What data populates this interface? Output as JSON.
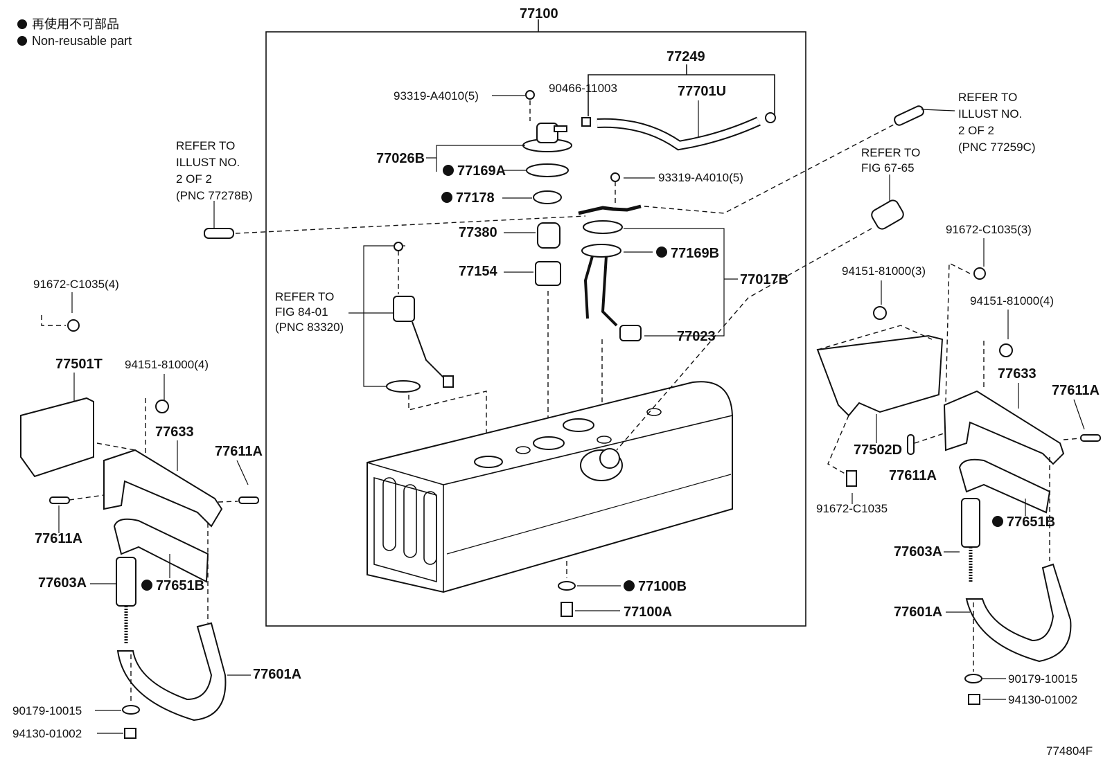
{
  "legend": {
    "line1": "再使用不可部品",
    "line2": "Non-reusable part"
  },
  "figure_number": "774804F",
  "labels": {
    "p77100": "77100",
    "p77249": "77249",
    "p90466": "90466-11003",
    "p77701U": "77701U",
    "p93319_top": "93319-A4010(5)",
    "p77026B": "77026B",
    "p77169A": "77169A",
    "p77178": "77178",
    "p93319_mid": "93319-A4010(5)",
    "p77380": "77380",
    "p77154": "77154",
    "p77169B": "77169B",
    "p77017B": "77017B",
    "p77023": "77023",
    "refer_8401_1": "REFER TO",
    "refer_8401_2": "FIG 84-01",
    "refer_8401_3": "(PNC 83320)",
    "refer_left_1": "REFER TO",
    "refer_left_2": "ILLUST NO.",
    "refer_left_3": "2 OF 2",
    "refer_left_4": "(PNC 77278B)",
    "refer_right_1": "REFER TO",
    "refer_right_2": "ILLUST NO.",
    "refer_right_3": "2 OF 2",
    "refer_right_4": "(PNC 77259C)",
    "refer_6765_1": "REFER TO",
    "refer_6765_2": "FIG 67-65",
    "p77100B": "77100B",
    "p77100A": "77100A",
    "l_91672": "91672-C1035(4)",
    "l_77501T": "77501T",
    "l_94151": "94151-81000(4)",
    "l_77633": "77633",
    "l_77611A_r": "77611A",
    "l_77611A_l": "77611A",
    "l_77603A": "77603A",
    "l_77651B": "77651B",
    "l_77601A": "77601A",
    "l_90179": "90179-10015",
    "l_94130": "94130-01002",
    "r_91672_3": "91672-C1035(3)",
    "r_94151_3": "94151-81000(3)",
    "r_94151_4": "94151-81000(4)",
    "r_77633": "77633",
    "r_77611A_out": "77611A",
    "r_77502D": "77502D",
    "r_77611A_in": "77611A",
    "r_91672": "91672-C1035",
    "r_77651B": "77651B",
    "r_77603A": "77603A",
    "r_77601A": "77601A",
    "r_90179": "90179-10015",
    "r_94130": "94130-01002"
  }
}
